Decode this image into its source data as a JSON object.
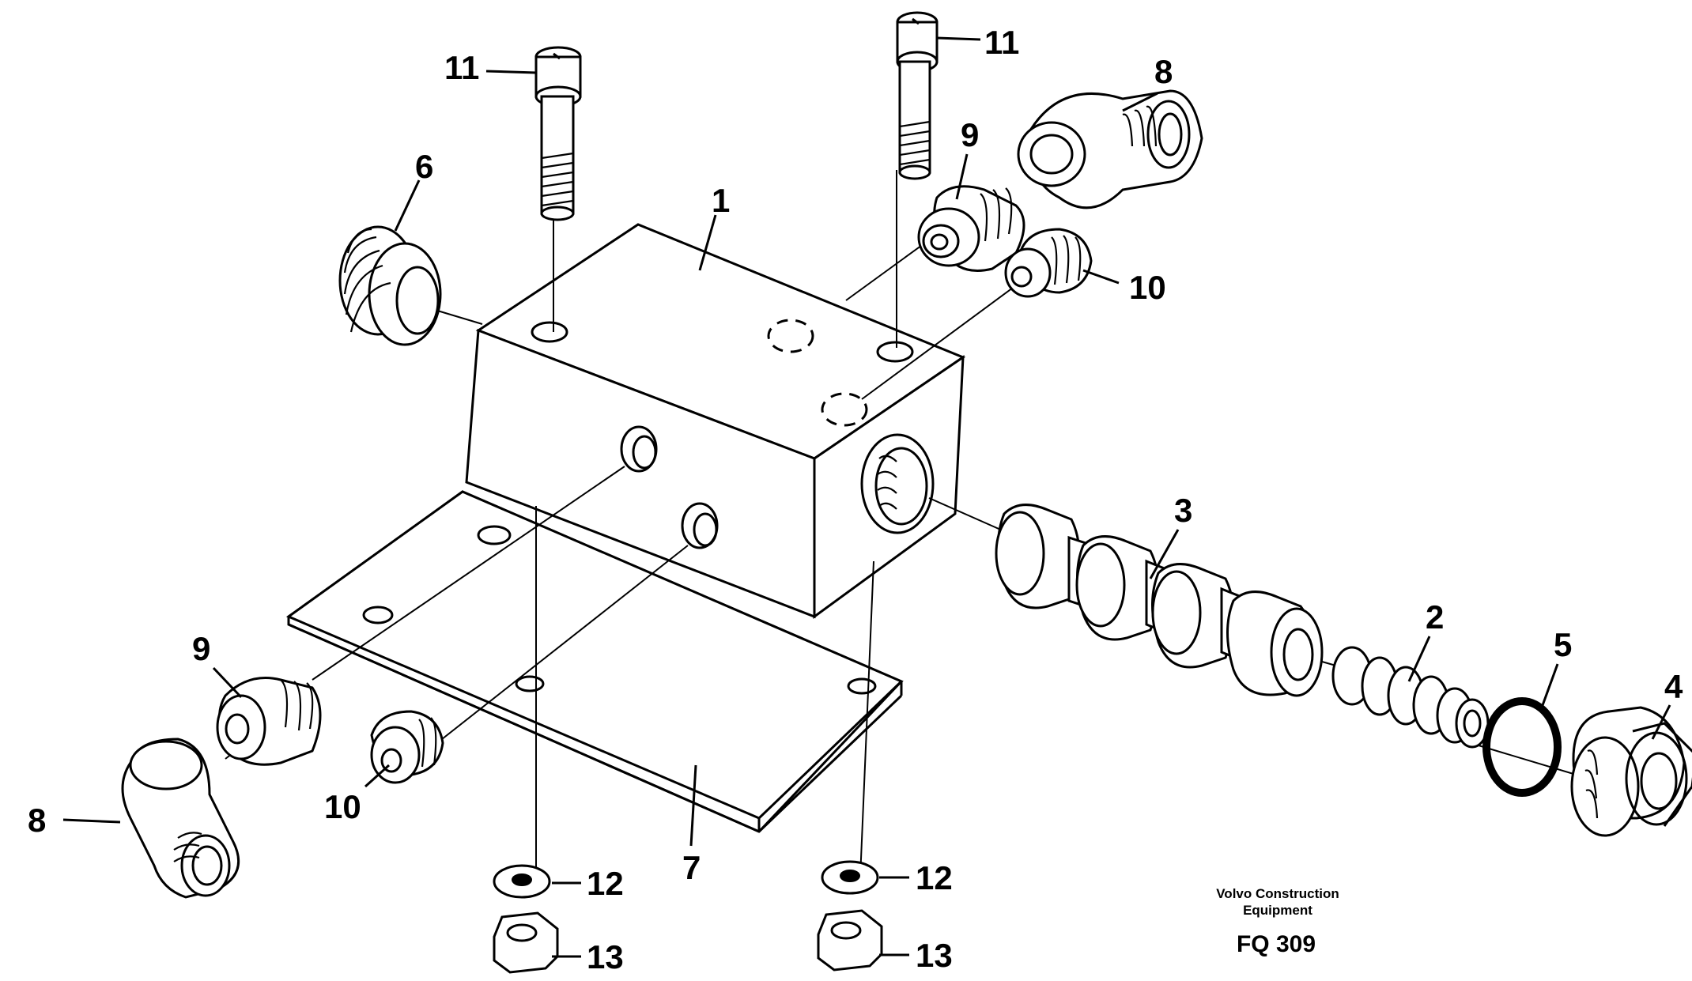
{
  "diagram": {
    "callouts": {
      "c1": "1",
      "c2": "2",
      "c3": "3",
      "c4": "4",
      "c5": "5",
      "c6": "6",
      "c7": "7",
      "c8a": "8",
      "c8b": "8",
      "c9a": "9",
      "c9b": "9",
      "c10a": "10",
      "c10b": "10",
      "c11a": "11",
      "c11b": "11",
      "c12a": "12",
      "c12b": "12",
      "c13a": "13",
      "c13b": "13"
    },
    "caption": {
      "line1": "Volvo Construction",
      "line2": "Equipment",
      "code": "FQ 309"
    }
  }
}
